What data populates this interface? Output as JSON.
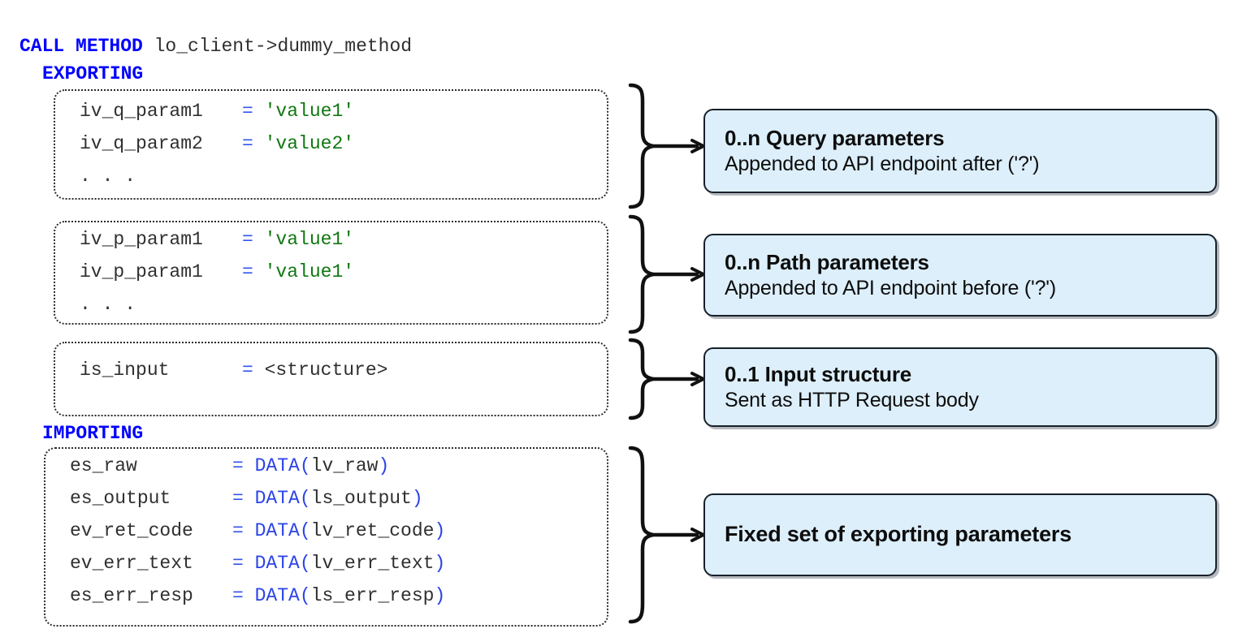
{
  "diagram": {
    "title": "ABAP CALL METHOD parameter mapping",
    "colors": {
      "keyword": "#0000ff",
      "string": "#117711",
      "function": "#2b43e8",
      "operator": "#3355ee",
      "callout_fill": "#ddeffb",
      "callout_border": "#17202a",
      "code_text": "#303030"
    }
  },
  "code": {
    "call_statement": {
      "keyword": "CALL METHOD",
      "target": " lo_client->dummy_method"
    },
    "exporting_keyword": "EXPORTING",
    "importing_keyword": "IMPORTING",
    "ellipsis": ". . ."
  },
  "groups": [
    {
      "id": "query-parameters",
      "rows": [
        {
          "name": "iv_q_param1",
          "eq": "=",
          "value": "'value1'",
          "kind": "string"
        },
        {
          "name": "iv_q_param2",
          "eq": "=",
          "value": "'value2'",
          "kind": "string"
        },
        {
          "name": ". . .",
          "eq": "",
          "value": "",
          "kind": "ellipsis"
        }
      ],
      "callout": {
        "title": "0..n Query parameters",
        "subtitle": "Appended to API endpoint after ('?')"
      }
    },
    {
      "id": "path-parameters",
      "rows": [
        {
          "name": "iv_p_param1",
          "eq": "=",
          "value": "'value1'",
          "kind": "string"
        },
        {
          "name": "iv_p_param1",
          "eq": "=",
          "value": "'value1'",
          "kind": "string"
        },
        {
          "name": ". . .",
          "eq": "",
          "value": "",
          "kind": "ellipsis"
        }
      ],
      "callout": {
        "title": "0..n Path parameters",
        "subtitle": "Appended to API endpoint before ('?')"
      }
    },
    {
      "id": "input-structure",
      "rows": [
        {
          "name": "is_input",
          "eq": "=",
          "value": "<structure>",
          "kind": "plain"
        }
      ],
      "callout": {
        "title": "0..1 Input structure",
        "subtitle": "Sent as HTTP Request body"
      }
    },
    {
      "id": "importing-parameters",
      "rows": [
        {
          "name": "es_raw",
          "eq": "=",
          "fn": "DATA(",
          "arg": "lv_raw",
          "close": ")",
          "kind": "fn"
        },
        {
          "name": "es_output",
          "eq": "=",
          "fn": "DATA(",
          "arg": "ls_output",
          "close": ")",
          "kind": "fn"
        },
        {
          "name": "ev_ret_code",
          "eq": "=",
          "fn": "DATA(",
          "arg": "lv_ret_code",
          "close": ")",
          "kind": "fn"
        },
        {
          "name": "ev_err_text",
          "eq": "=",
          "fn": "DATA(",
          "arg": "lv_err_text",
          "close": ")",
          "kind": "fn"
        },
        {
          "name": "es_err_resp",
          "eq": "=",
          "fn": "DATA(",
          "arg": "ls_err_resp",
          "close": ")",
          "kind": "fn"
        }
      ],
      "callout": {
        "title": "Fixed set of exporting parameters",
        "subtitle": ""
      }
    }
  ]
}
